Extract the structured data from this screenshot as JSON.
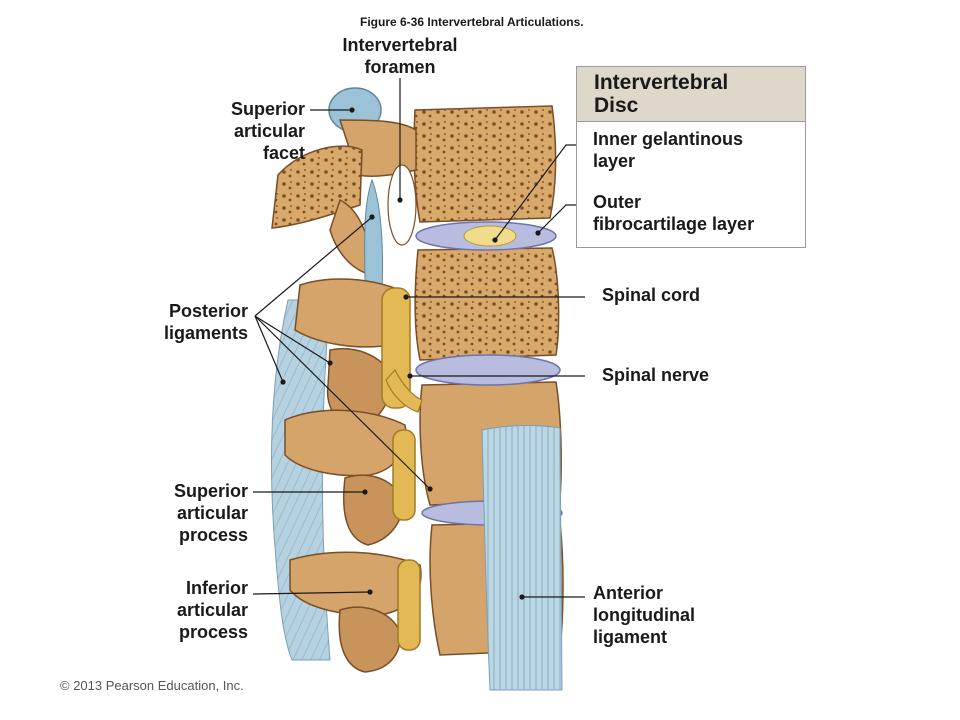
{
  "figure": {
    "caption": "Figure 6-36  Intervertebral Articulations.",
    "copyright": "© 2013 Pearson Education, Inc."
  },
  "disc_box": {
    "title": "Intervertebral\nDisc",
    "inner_label": "Inner gelantinous\nlayer",
    "outer_label": "Outer\nfibrocartilage layer"
  },
  "labels": {
    "intervertebral_foramen": "Intervertebral\nforamen",
    "superior_articular_facet": "Superior\narticular\nfacet",
    "posterior_ligaments": "Posterior\nligaments",
    "superior_articular_process": "Superior\narticular\nprocess",
    "inferior_articular_process": "Inferior\narticular\nprocess",
    "spinal_cord": "Spinal cord",
    "spinal_nerve": "Spinal nerve",
    "anterior_longitudinal_ligament": "Anterior\nlongitudinal\nligament"
  },
  "colors": {
    "bone": "#d7a468",
    "bone_dark": "#9c6a38",
    "cartilage": "#9cc2d8",
    "disc": "#b8bde0",
    "nerve": "#e2b954",
    "ligament": "#b9d4e2"
  }
}
